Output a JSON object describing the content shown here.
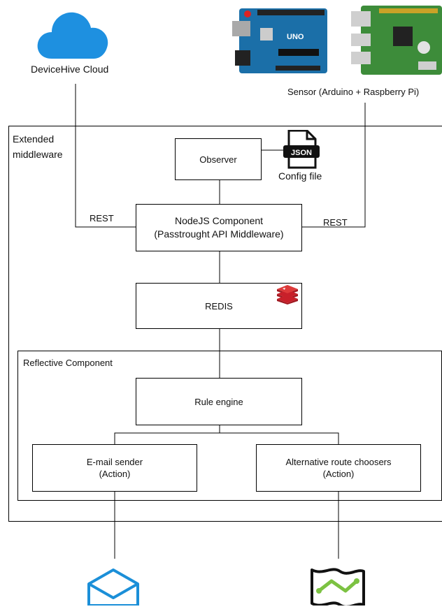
{
  "cloud": {
    "label": "DeviceHive Cloud"
  },
  "sensor": {
    "label": "Sensor (Arduino + Raspberry Pi)",
    "arduino_text": "UNO"
  },
  "middleware": {
    "label": "Extended\nmiddleware"
  },
  "observer": {
    "label": "Observer"
  },
  "config": {
    "label": "Config file",
    "icon_text": "JSON"
  },
  "nodejs": {
    "line1": "NodeJS Component",
    "line2": "(Passtrought API Middleware)"
  },
  "rest_left": "REST",
  "rest_right": "REST",
  "redis": {
    "label": "REDIS"
  },
  "reflective": {
    "label": "Reflective Component"
  },
  "rule_engine": {
    "label": "Rule engine"
  },
  "email_sender": {
    "line1": "E-mail sender",
    "line2": "(Action)"
  },
  "route_chooser": {
    "line1": "Alternative route choosers",
    "line2": "(Action)"
  },
  "colors": {
    "cloud": "#1e90e0",
    "arduino": "#1b6fa8",
    "raspberry": "#3d8c3a",
    "redis": "#c8202a",
    "mail": "#1b8fd8",
    "map_line": "#7cc242"
  }
}
